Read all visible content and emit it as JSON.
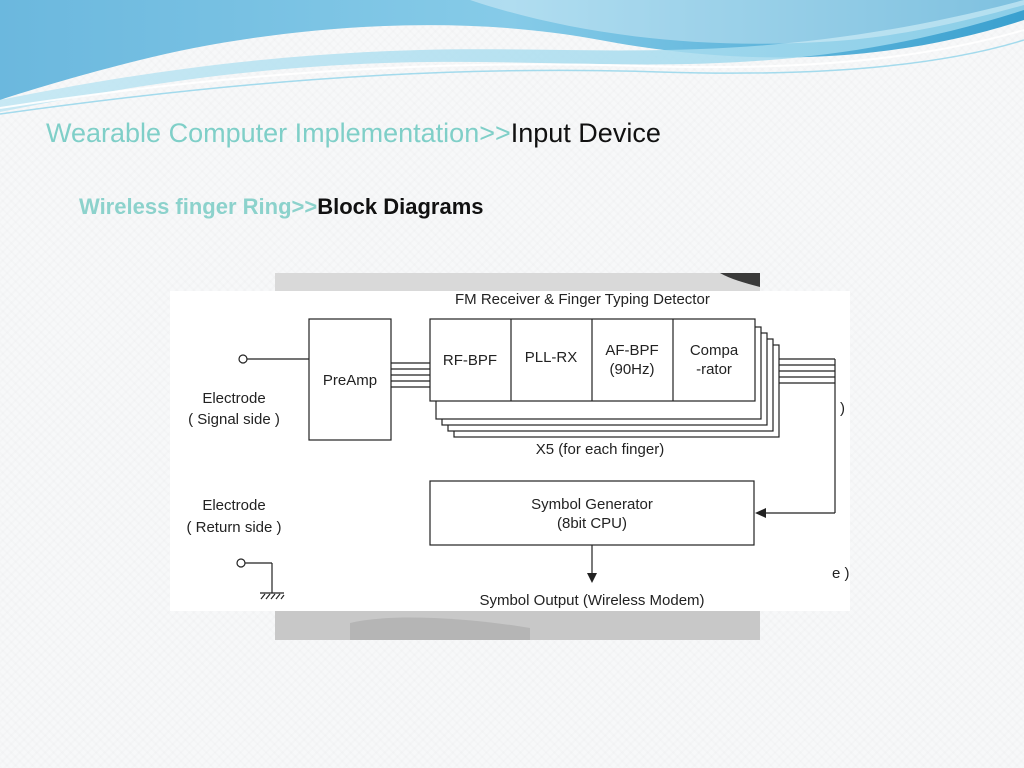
{
  "slide": {
    "title_prefix": "Wearable Computer Implementation>>",
    "title_main": "Input Device",
    "subtitle_prefix": "Wireless finger Ring>>",
    "subtitle_main": "Block Diagrams"
  },
  "colors": {
    "accent_teal": "#7fcfc8",
    "wave_blue": "#5aaed6",
    "background": "#f7f8f9"
  },
  "diagram": {
    "group_label": "FM Receiver & Finger Typing Detector",
    "electrode_signal": [
      "Electrode",
      "( Signal side )"
    ],
    "electrode_return": [
      "Electrode",
      "( Return side )"
    ],
    "preamp": "PreAmp",
    "stages": [
      {
        "lines": [
          "RF-BPF"
        ]
      },
      {
        "lines": [
          "PLL-RX"
        ]
      },
      {
        "lines": [
          "AF-BPF",
          "(90Hz)"
        ]
      },
      {
        "lines": [
          "Compa",
          "-rator"
        ]
      }
    ],
    "repeat_label": "X5 (for each finger)",
    "symbol_generator": [
      "Symbol Generator",
      "(8bit CPU)"
    ],
    "output_label": "Symbol Output (Wireless Modem)",
    "partial_right_1": ")",
    "partial_right_2": "e )"
  }
}
